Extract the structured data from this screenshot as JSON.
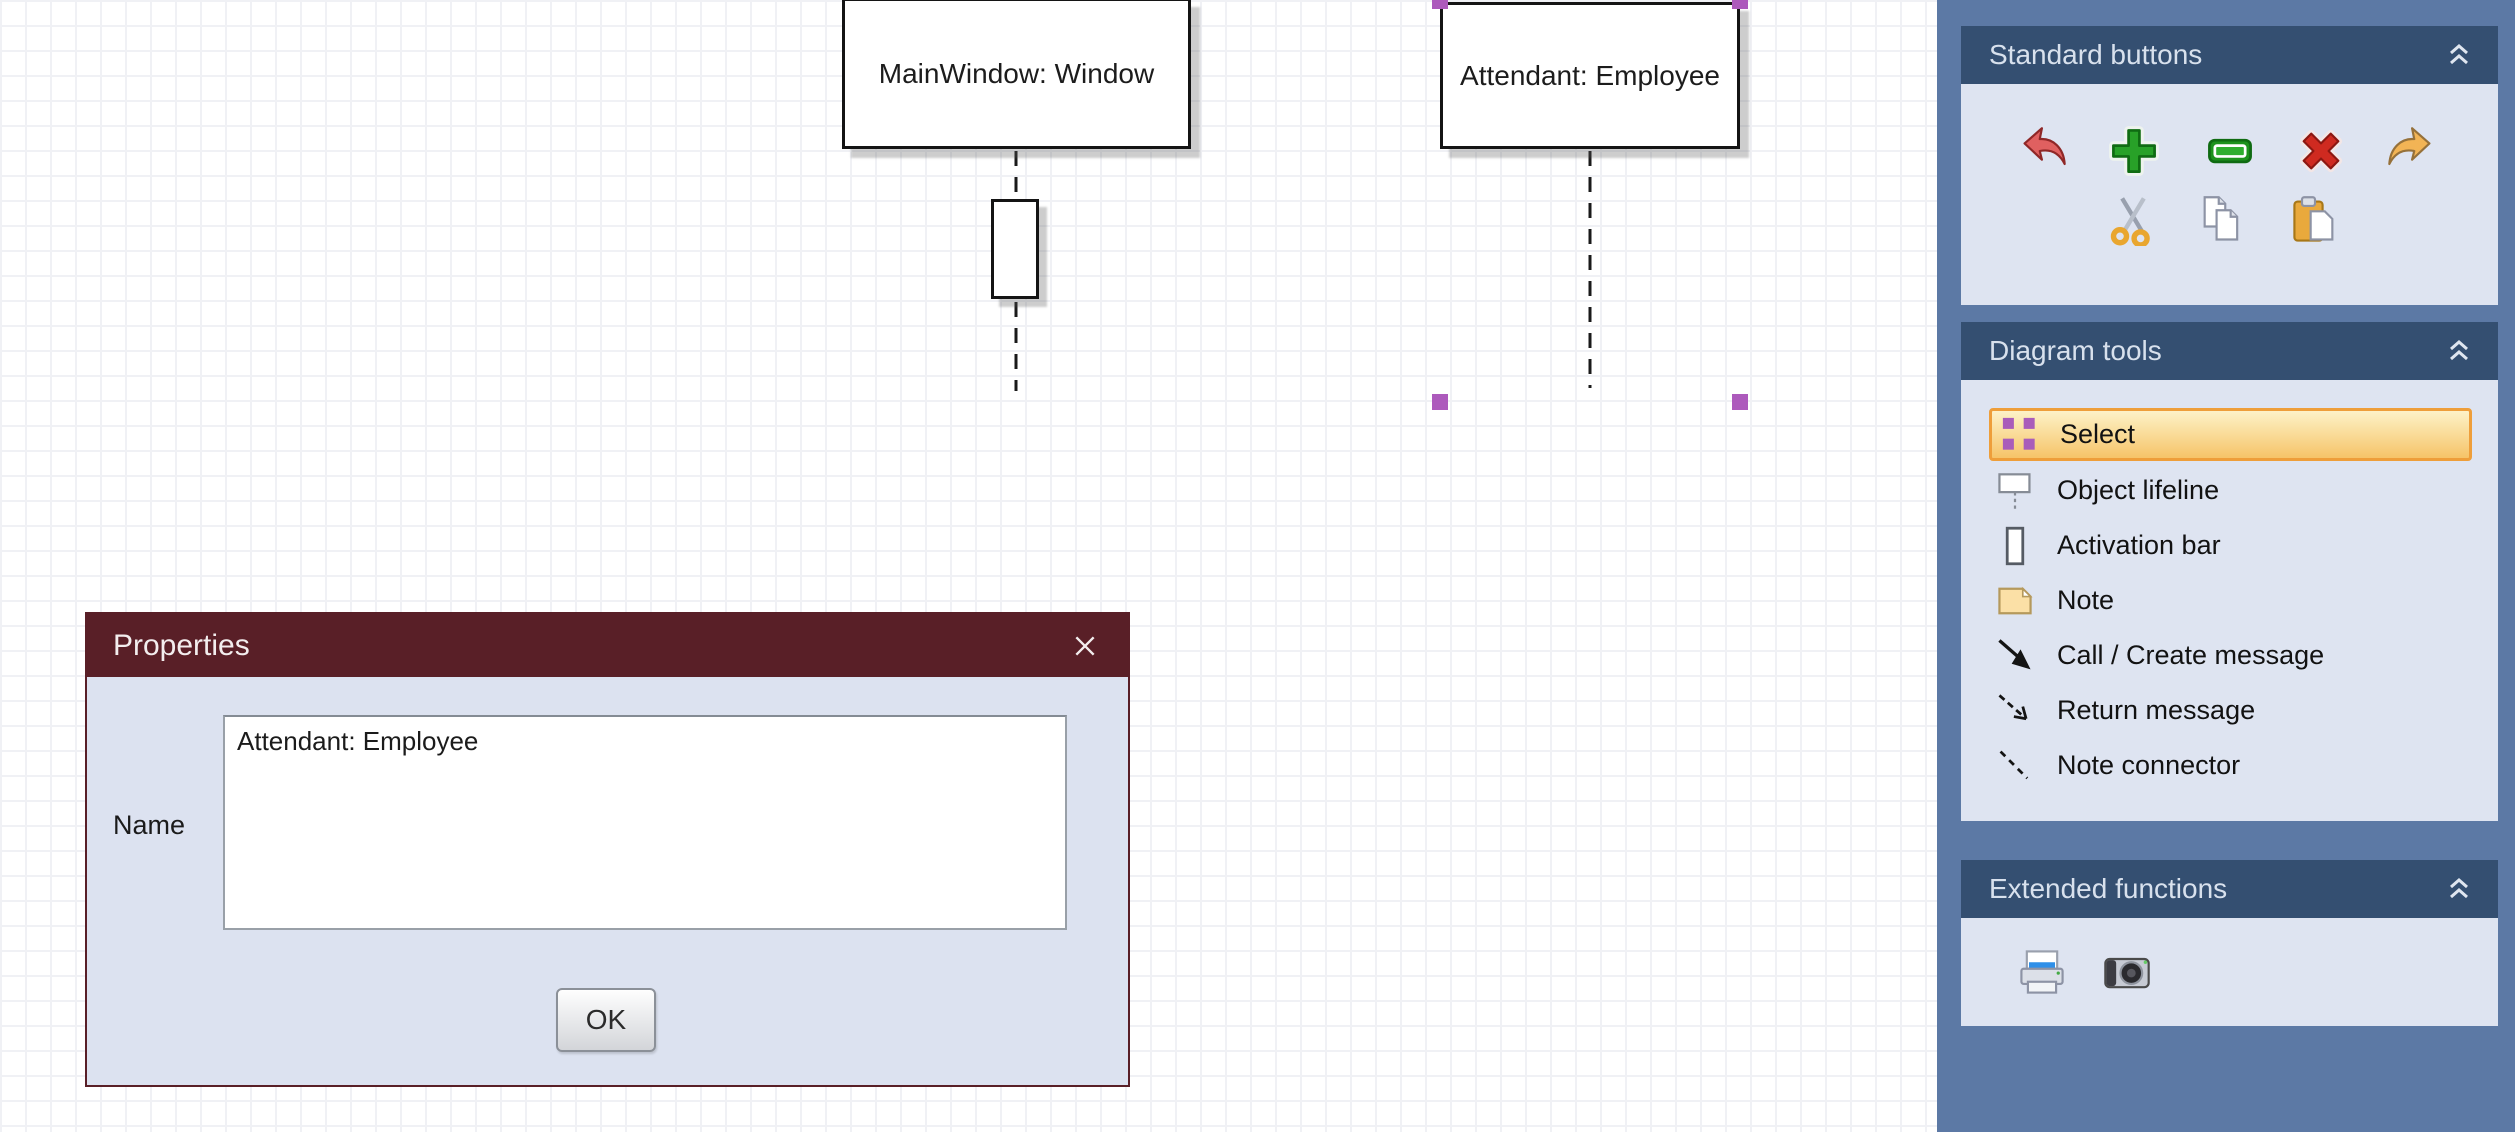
{
  "canvas": {
    "objects": [
      {
        "label": "MainWindow: Window"
      },
      {
        "label": "Attendant: Employee"
      }
    ]
  },
  "dialog": {
    "title": "Properties",
    "close_icon": "close-icon",
    "name_label": "Name",
    "name_value": "Attendant: Employee",
    "ok_label": "OK"
  },
  "sidebar": {
    "panels": [
      {
        "title": "Standard buttons",
        "buttons": [
          "undo-icon",
          "add-icon",
          "remove-icon",
          "delete-icon",
          "redo-icon",
          "cut-icon",
          "copy-icon",
          "paste-icon"
        ]
      },
      {
        "title": "Diagram tools",
        "tools": [
          {
            "label": "Select",
            "icon": "select-icon",
            "selected": true
          },
          {
            "label": "Object lifeline",
            "icon": "object-lifeline-icon",
            "selected": false
          },
          {
            "label": "Activation bar",
            "icon": "activation-bar-icon",
            "selected": false
          },
          {
            "label": "Note",
            "icon": "note-icon",
            "selected": false
          },
          {
            "label": "Call / Create message",
            "icon": "call-message-icon",
            "selected": false
          },
          {
            "label": "Return message",
            "icon": "return-message-icon",
            "selected": false
          },
          {
            "label": "Note connector",
            "icon": "note-connector-icon",
            "selected": false
          }
        ]
      },
      {
        "title": "Extended functions",
        "buttons": [
          "print-icon",
          "snapshot-icon"
        ]
      }
    ]
  },
  "colors": {
    "selection_highlight_border": "#ee9e3a",
    "selection_handle": "#ad5abc",
    "dialog_titlebar": "#591f27",
    "sidebar_background": "#5c79a5",
    "panel_header_background": "#344f71",
    "panel_body_background": "#dee4f1"
  }
}
